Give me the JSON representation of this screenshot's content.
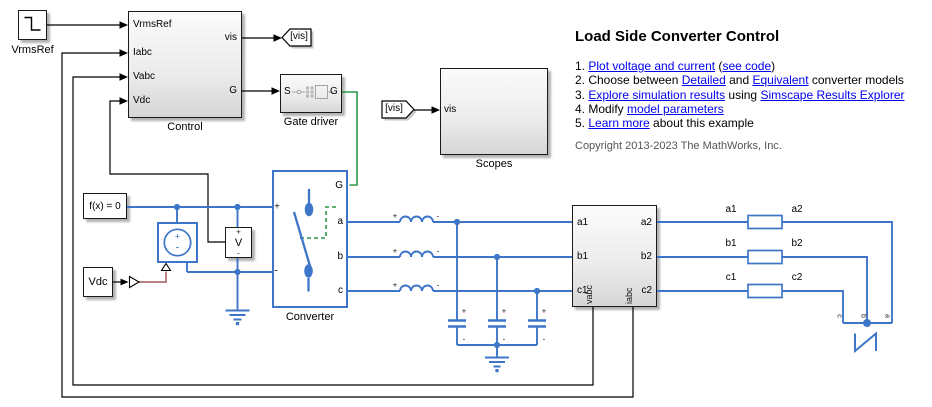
{
  "colors": {
    "simscape_blue": "#3d76c8",
    "gate_green": "#2b9746",
    "physical_signal_red": "#a3585a",
    "wire_black": "#000000",
    "link_blue": "#0000EE"
  },
  "blocks": {
    "source_step": {
      "caption": "VrmsRef"
    },
    "control": {
      "caption": "Control",
      "inputs": [
        "VrmsRef",
        "Iabc",
        "Vabc",
        "Vdc"
      ],
      "out_vis": "vis",
      "out_g": "G"
    },
    "goto_tag": {
      "label": "[vis]"
    },
    "from_tag": {
      "label": "[vis]"
    },
    "gate_driver": {
      "caption": "Gate driver",
      "port_in": "S",
      "port_out": "G"
    },
    "scopes": {
      "caption": "Scopes",
      "port_in": "vis"
    },
    "solver": {
      "label": "f(x) = 0"
    },
    "dc_source": {
      "plus": "+",
      "minus": "-"
    },
    "voltage_sensor": {
      "label": "V",
      "plus": "+",
      "minus": "-"
    },
    "vdc_constant": {
      "label": "Vdc"
    },
    "converter": {
      "caption": "Converter",
      "port_g": "G",
      "port_a": "a",
      "port_b": "b",
      "port_c": "c",
      "plus": "+",
      "minus": "-"
    },
    "meter": {
      "a1": "a1",
      "b1": "b1",
      "c1": "c1",
      "a2": "a2",
      "b2": "b2",
      "c2": "c2",
      "vabc": "vabc",
      "iabc": "iabc"
    },
    "load": {
      "a1": "a1",
      "a2": "a2",
      "b1": "b1",
      "b2": "b2",
      "c1": "c1",
      "c2": "c2",
      "jn_a": "a",
      "jn_b": "b",
      "jn_c": "c"
    }
  },
  "marks": {
    "plus": "+",
    "minus": "-"
  },
  "annotation": {
    "title": "Load Side Converter Control",
    "items": [
      {
        "pre": "1. ",
        "l1": "Plot voltage and current",
        "mid": " (",
        "l2": "see code",
        "post": ")"
      },
      {
        "pre": "2. Choose between ",
        "l1": "Detailed",
        "mid": " and ",
        "l2": "Equivalent",
        "post": " converter models"
      },
      {
        "pre": "3. ",
        "l1": "Explore simulation results",
        "mid": " using ",
        "l2": "Simscape Results Explorer",
        "post": ""
      },
      {
        "pre": "4. Modify ",
        "l1": "model parameters",
        "mid": "",
        "l2": "",
        "post": ""
      },
      {
        "pre": "5. ",
        "l1": "Learn more",
        "mid": " about this example",
        "l2": "",
        "post": ""
      }
    ],
    "copyright": "Copyright 2013-2023 The MathWorks, Inc."
  }
}
